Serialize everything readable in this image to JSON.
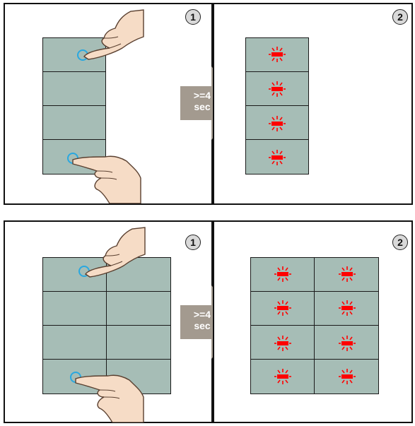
{
  "rows": [
    {
      "columns": 1,
      "step1_label": "1",
      "step2_label": "2",
      "arrow_line1": ">=4",
      "arrow_line2": "sec"
    },
    {
      "columns": 2,
      "step1_label": "1",
      "step2_label": "2",
      "arrow_line1": ">=4",
      "arrow_line2": "sec"
    }
  ],
  "colors": {
    "key_fill": "#a6bdb6",
    "led": "#ff0000",
    "touch_ring": "#29a8e0",
    "arrow": "#a39a8f",
    "skin": "#f6dcc6"
  },
  "icons": [
    "finger-pointing-icon",
    "touch-point-icon",
    "led-blink-icon",
    "right-arrow-icon"
  ]
}
